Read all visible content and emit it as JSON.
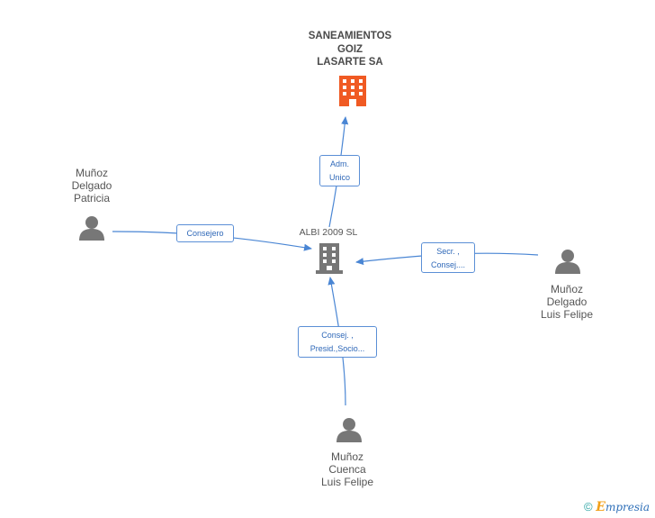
{
  "nodes": {
    "target_company": {
      "lines": [
        "SANEAMIENTOS",
        "GOIZ",
        "LASARTE SA"
      ],
      "icon": "building-icon",
      "color": "#f05a23"
    },
    "center_company": {
      "label": "ALBI 2009 SL",
      "icon": "building-icon",
      "color": "#777777"
    },
    "person_left": {
      "lines": [
        "Muñoz",
        "Delgado",
        "Patricia"
      ],
      "icon": "person-icon"
    },
    "person_right": {
      "lines": [
        "Muñoz",
        "Delgado",
        "Luis Felipe"
      ],
      "icon": "person-icon"
    },
    "person_bottom": {
      "lines": [
        "Muñoz",
        "Cuenca",
        "Luis Felipe"
      ],
      "icon": "person-icon"
    }
  },
  "edges": {
    "center_to_target": {
      "lines": [
        "Adm.",
        "Unico"
      ]
    },
    "left_to_center": {
      "lines": [
        "Consejero"
      ]
    },
    "right_to_center": {
      "lines": [
        "Secr. ,",
        "Consej...."
      ]
    },
    "bottom_to_center": {
      "lines": [
        "Consej. ,",
        "Presid.,Socio..."
      ]
    }
  },
  "colors": {
    "edge": "#4a86d4",
    "person": "#777777"
  },
  "footer": {
    "copyright": "©",
    "brand_initial": "E",
    "brand_rest": "mpresia"
  }
}
